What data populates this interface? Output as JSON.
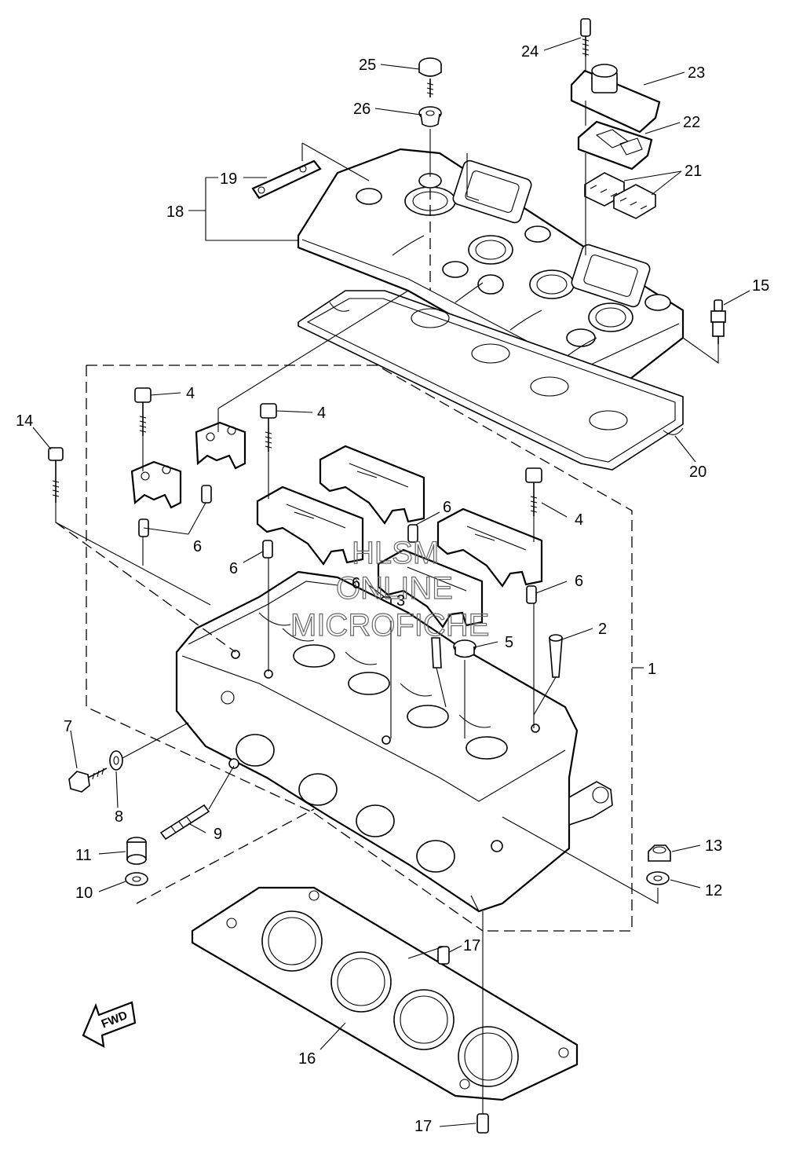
{
  "watermark": {
    "lines": [
      "HLSM",
      "ONLINE",
      "MICROFICHE"
    ]
  },
  "direction_marker": "FWD",
  "callouts": [
    {
      "id": "c1",
      "label": "1"
    },
    {
      "id": "c2",
      "label": "2"
    },
    {
      "id": "c3",
      "label": "3"
    },
    {
      "id": "c4a",
      "label": "4"
    },
    {
      "id": "c4b",
      "label": "4"
    },
    {
      "id": "c4c",
      "label": "4"
    },
    {
      "id": "c5",
      "label": "5"
    },
    {
      "id": "c6a",
      "label": "6"
    },
    {
      "id": "c6b",
      "label": "6"
    },
    {
      "id": "c6c",
      "label": "6"
    },
    {
      "id": "c6d",
      "label": "6"
    },
    {
      "id": "c6e",
      "label": "6"
    },
    {
      "id": "c7",
      "label": "7"
    },
    {
      "id": "c8",
      "label": "8"
    },
    {
      "id": "c9",
      "label": "9"
    },
    {
      "id": "c10",
      "label": "10"
    },
    {
      "id": "c11",
      "label": "11"
    },
    {
      "id": "c12",
      "label": "12"
    },
    {
      "id": "c13",
      "label": "13"
    },
    {
      "id": "c14",
      "label": "14"
    },
    {
      "id": "c15",
      "label": "15"
    },
    {
      "id": "c16",
      "label": "16"
    },
    {
      "id": "c17a",
      "label": "17"
    },
    {
      "id": "c17b",
      "label": "17"
    },
    {
      "id": "c18",
      "label": "18"
    },
    {
      "id": "c19",
      "label": "19"
    },
    {
      "id": "c20",
      "label": "20"
    },
    {
      "id": "c21",
      "label": "21"
    },
    {
      "id": "c22",
      "label": "22"
    },
    {
      "id": "c23",
      "label": "23"
    },
    {
      "id": "c24",
      "label": "24"
    },
    {
      "id": "c25",
      "label": "25"
    },
    {
      "id": "c26",
      "label": "26"
    }
  ]
}
